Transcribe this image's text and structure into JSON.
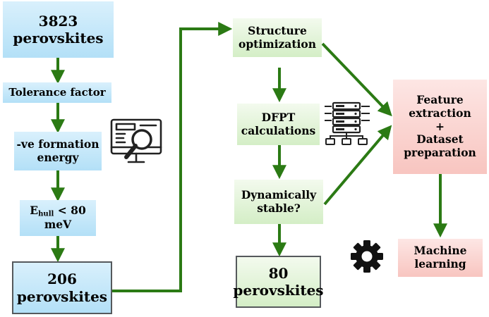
{
  "left_column": {
    "start": {
      "line1": "3823",
      "line2": "perovskites"
    },
    "tolerance": "Tolerance factor",
    "formation": {
      "line1": "-ve formation",
      "line2": "energy"
    },
    "ehull": {
      "e": "E",
      "sub": "hull",
      "rest": " < 80",
      "line2": "meV"
    },
    "end": {
      "line1": "206",
      "line2": "perovskites"
    }
  },
  "middle_column": {
    "structure": {
      "line1": "Structure",
      "line2": "optimization"
    },
    "dfpt": {
      "line1": "DFPT",
      "line2": "calculations"
    },
    "stable": {
      "line1": "Dynamically",
      "line2": "stable?"
    },
    "result": {
      "line1": "80",
      "line2": "perovskites"
    }
  },
  "right_column": {
    "feature": {
      "line1": "Feature",
      "line2": "extraction",
      "line3": "+",
      "line4": "Dataset",
      "line5": "preparation"
    },
    "ml": {
      "line1": "Machine",
      "line2": "learning"
    }
  },
  "icons": [
    "search-screen-icon",
    "server-network-icon",
    "gear-icon"
  ],
  "colors": {
    "arrow": "#2b7a14",
    "blue_box": "#b3e0f7",
    "green_box": "#d4eec6",
    "pink_box": "#f8c5c0"
  }
}
